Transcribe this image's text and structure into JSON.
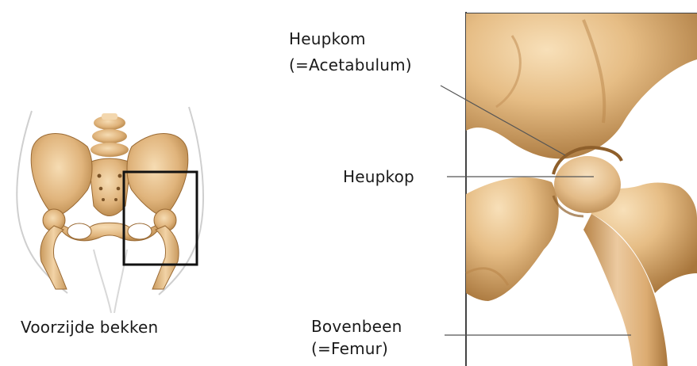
{
  "caption_left": "Voorzijde bekken",
  "labels": {
    "acetabulum": {
      "line1": "Heupkom",
      "line2": "(=Acetabulum)"
    },
    "femoral_head": "Heupkop",
    "femur": {
      "line1": "Bovenbeen",
      "line2": "(=Femur)"
    }
  },
  "colors": {
    "bone_light": "#f2d3a6",
    "bone_mid": "#dcae73",
    "bone_dark": "#a9773d",
    "outline": "#222222",
    "skin_line": "#c9c9c9"
  }
}
